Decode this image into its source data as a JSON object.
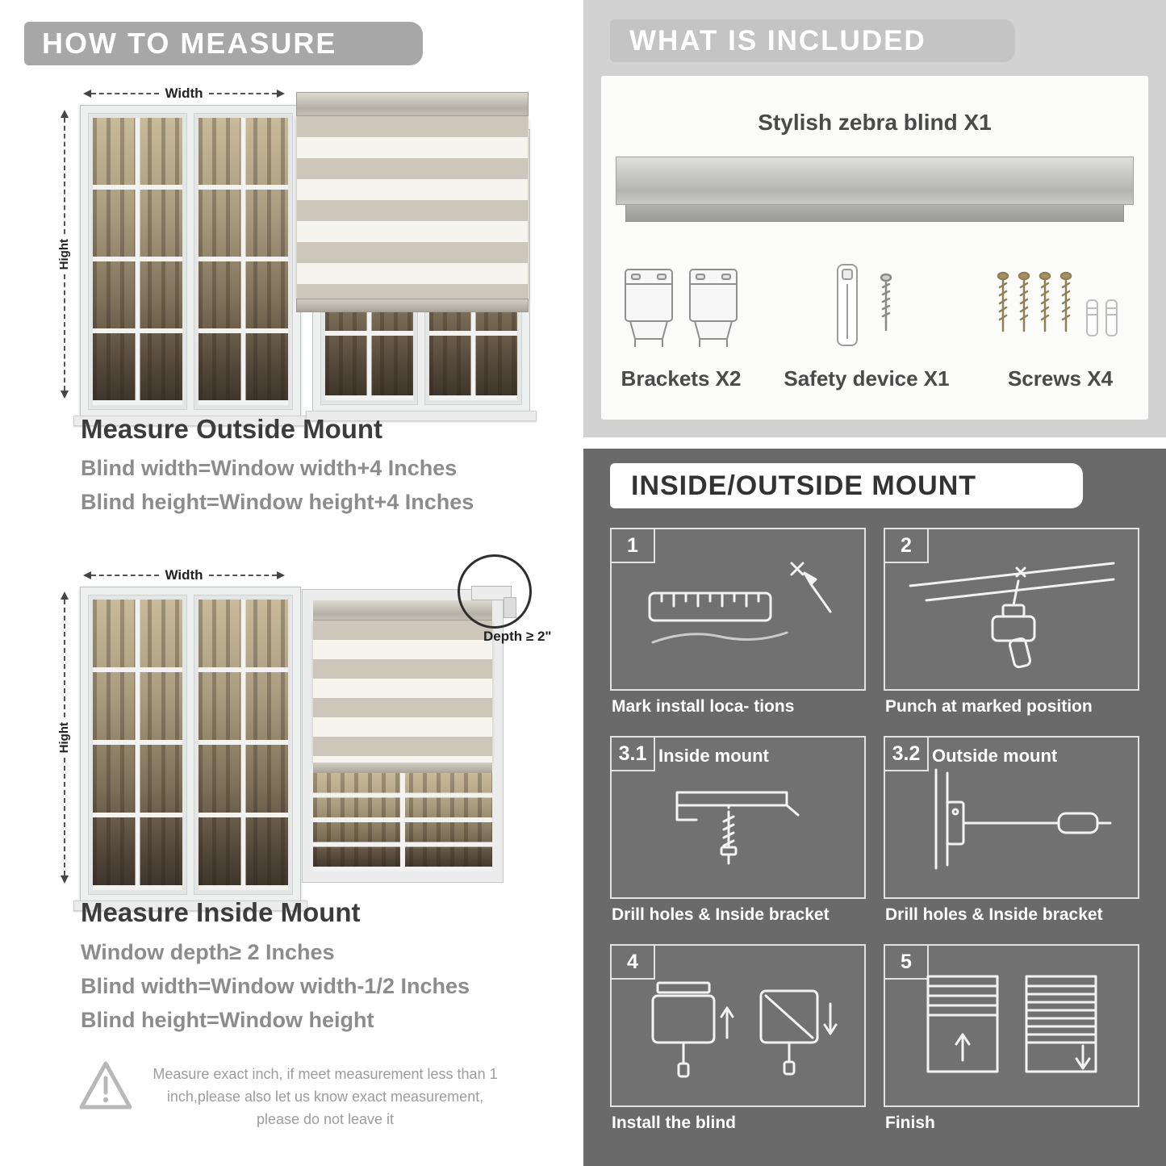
{
  "colors": {
    "banner_gray": "#a7a7a7",
    "included_panel_bg": "#d2d2d2",
    "included_banner_bg": "#c4c4c4",
    "mount_panel_bg": "#6a6a6a",
    "heading_text": "#3c3c3c",
    "body_text": "#8c8c8c"
  },
  "how_to_measure": {
    "header": "HOW TO MEASURE",
    "outside_mount": {
      "width_label": "Width",
      "height_label": "Hight",
      "title": "Measure Outside Mount",
      "lines": [
        "Blind width=Window width+4 Inches",
        "Blind height=Window height+4 Inches"
      ]
    },
    "inside_mount": {
      "width_label": "Width",
      "height_label": "Hight",
      "depth_label": "Depth ≥ 2\"",
      "title": "Measure Inside Mount",
      "lines": [
        "Window depth≥ 2 Inches",
        "Blind width=Window width-1/2 Inches",
        "Blind height=Window height"
      ]
    },
    "warning_note": "Measure exact inch, if meet measurement less than 1 inch,please also let us know exact measurement, please do not leave it"
  },
  "what_is_included": {
    "header": "WHAT IS INCLUDED",
    "product_label": "Stylish zebra blind X1",
    "items": [
      {
        "name": "brackets",
        "label": "Brackets X2"
      },
      {
        "name": "safety-device",
        "label": "Safety device X1"
      },
      {
        "name": "screws",
        "label": "Screws X4"
      }
    ]
  },
  "mount_guide": {
    "header": "INSIDE/OUTSIDE MOUNT",
    "steps": [
      {
        "num": "1",
        "caption": "Mark install loca- tions"
      },
      {
        "num": "2",
        "caption": "Punch at  marked position"
      },
      {
        "num": "3.1",
        "title": "Inside mount",
        "caption": "Drill holes &  Inside bracket"
      },
      {
        "num": "3.2",
        "title": "Outside mount",
        "caption": "Drill holes &  Inside bracket"
      },
      {
        "num": "4",
        "caption": "Install the blind"
      },
      {
        "num": "5",
        "caption": "Finish"
      }
    ]
  }
}
